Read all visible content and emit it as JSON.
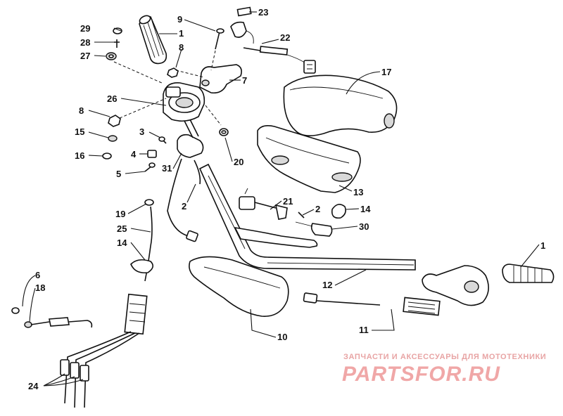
{
  "callouts": [
    {
      "id": "c1a",
      "label": "1"
    },
    {
      "id": "c1b",
      "label": "1"
    },
    {
      "id": "c2a",
      "label": "2"
    },
    {
      "id": "c2b",
      "label": "2"
    },
    {
      "id": "c3",
      "label": "3"
    },
    {
      "id": "c4",
      "label": "4"
    },
    {
      "id": "c5",
      "label": "5"
    },
    {
      "id": "c6",
      "label": "6"
    },
    {
      "id": "c7",
      "label": "7"
    },
    {
      "id": "c8a",
      "label": "8"
    },
    {
      "id": "c8b",
      "label": "8"
    },
    {
      "id": "c9",
      "label": "9"
    },
    {
      "id": "c10",
      "label": "10"
    },
    {
      "id": "c11",
      "label": "11"
    },
    {
      "id": "c12",
      "label": "12"
    },
    {
      "id": "c13",
      "label": "13"
    },
    {
      "id": "c14a",
      "label": "14"
    },
    {
      "id": "c14b",
      "label": "14"
    },
    {
      "id": "c15",
      "label": "15"
    },
    {
      "id": "c16",
      "label": "16"
    },
    {
      "id": "c17",
      "label": "17"
    },
    {
      "id": "c18",
      "label": "18"
    },
    {
      "id": "c19",
      "label": "19"
    },
    {
      "id": "c20",
      "label": "20"
    },
    {
      "id": "c21",
      "label": "21"
    },
    {
      "id": "c22",
      "label": "22"
    },
    {
      "id": "c23",
      "label": "23"
    },
    {
      "id": "c24",
      "label": "24"
    },
    {
      "id": "c25",
      "label": "25"
    },
    {
      "id": "c26",
      "label": "26"
    },
    {
      "id": "c27",
      "label": "27"
    },
    {
      "id": "c28",
      "label": "28"
    },
    {
      "id": "c29",
      "label": "29"
    },
    {
      "id": "c30",
      "label": "30"
    },
    {
      "id": "c31",
      "label": "31"
    }
  ],
  "watermark": {
    "tagline": "ЗАПЧАСТИ И АКСЕССУАРЫ ДЛЯ МОТОТЕХНИКИ",
    "logo": "PARTSFOR.RU",
    "color": "#f0a7a7"
  }
}
